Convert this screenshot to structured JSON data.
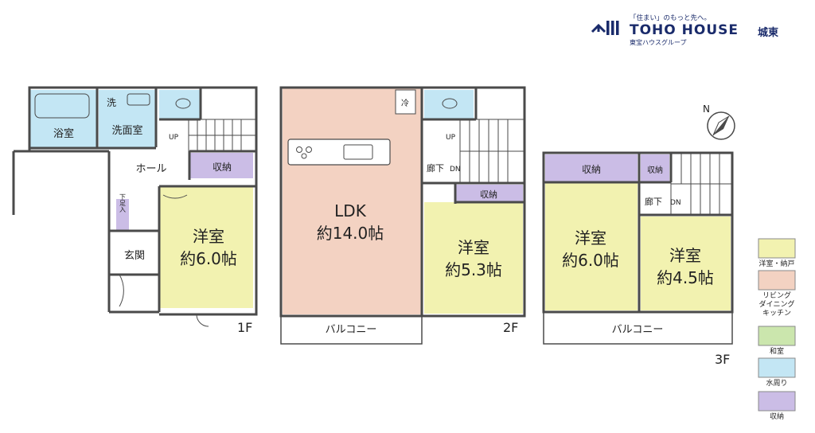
{
  "brand": {
    "tagline": "「住まい」のもっと先へ。",
    "name": "TOHO HOUSE",
    "branch": "城東",
    "subtitle": "東宝ハウスグループ",
    "mark_icon": "stacked-chevron-logo-icon"
  },
  "floor1": {
    "label": "1F",
    "rooms": {
      "bath": "浴室",
      "wash_corner": "洗",
      "washroom": "洗面室",
      "hall": "ホール",
      "storage": "収納",
      "shoe_closet": "下足入",
      "entrance": "玄関",
      "bedroom_name": "洋室",
      "bedroom_size": "約6.0帖",
      "stairs_up": "UP"
    }
  },
  "floor2": {
    "label": "2F",
    "rooms": {
      "ldk_name": "LDK",
      "ldk_size": "約14.0帖",
      "fridge": "冷",
      "corridor": "廊下",
      "stairs_dn": "DN",
      "stairs_up": "UP",
      "storage": "収納",
      "bedroom_name": "洋室",
      "bedroom_size": "約5.3帖",
      "balcony": "バルコニー"
    }
  },
  "floor3": {
    "label": "3F",
    "rooms": {
      "storage_left": "収納",
      "storage_right": "収納",
      "corridor": "廊下",
      "stairs_dn": "DN",
      "bedroom_a_name": "洋室",
      "bedroom_a_size": "約6.0帖",
      "bedroom_b_name": "洋室",
      "bedroom_b_size": "約4.5帖",
      "balcony": "バルコニー"
    }
  },
  "compass": {
    "label": "N"
  },
  "legend": [
    {
      "label": "洋室・納戸",
      "color": "#f2f2b0"
    },
    {
      "label": "リビング\nダイニング\nキッチン",
      "color": "#f3d2c2"
    },
    {
      "label": "和室",
      "color": "#cbe6ad"
    },
    {
      "label": "水周り",
      "color": "#c3e6f4"
    },
    {
      "label": "収納",
      "color": "#cbbde6"
    }
  ],
  "colors": {
    "western": "#f2f2b0",
    "ldk": "#f3d2c2",
    "water": "#c3e6f4",
    "storage": "#cbbde6",
    "wall": "#4a4a4a"
  }
}
